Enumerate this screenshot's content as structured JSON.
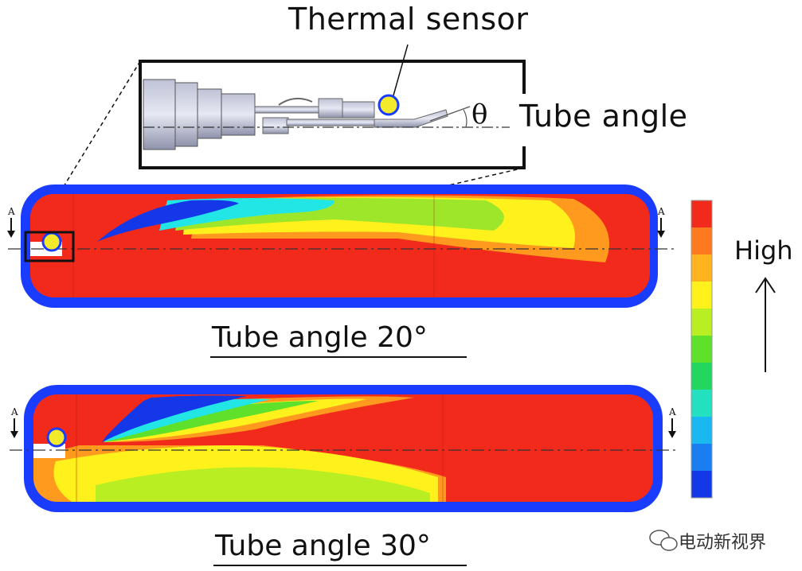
{
  "labels": {
    "thermal_sensor": "Thermal sensor",
    "tube_angle": "Tube angle",
    "theta": "θ",
    "high": "High",
    "caption_20": "Tube angle 20°",
    "caption_30": "Tube angle 30°",
    "section_marker": "A"
  },
  "watermark": {
    "text": "电动新视界",
    "icon": "wechat-icon"
  },
  "colors": {
    "outline_blue": "#1a3cff",
    "hot_red": "#f22a1c",
    "orange": "#ff9a1f",
    "yellow": "#fff21c",
    "green": "#7be32a",
    "cyan": "#22e6e6",
    "deep_blue": "#1438e8",
    "sensor_yellow": "#f4ea2c"
  },
  "colorbar": {
    "order": "high-to-low",
    "levels": 11,
    "colors": [
      "#f22a1c",
      "#ff7a1f",
      "#ffb31f",
      "#fff21c",
      "#b8ee22",
      "#5fe02a",
      "#22d65e",
      "#22e0c0",
      "#1ab8f0",
      "#1a7ef0",
      "#1438e8"
    ]
  }
}
